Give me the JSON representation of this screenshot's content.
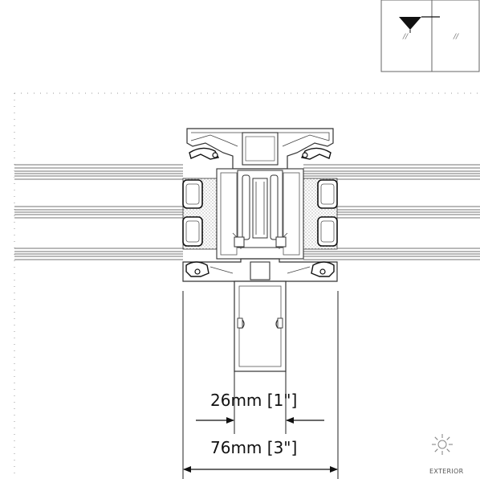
{
  "dimensions": {
    "inner": "26mm [1\"]",
    "outer": "76mm [3\"]"
  },
  "orientation": {
    "exterior_label": "EXTERIOR"
  },
  "key_symbol": {
    "left_mark": "//",
    "right_mark": "//"
  }
}
